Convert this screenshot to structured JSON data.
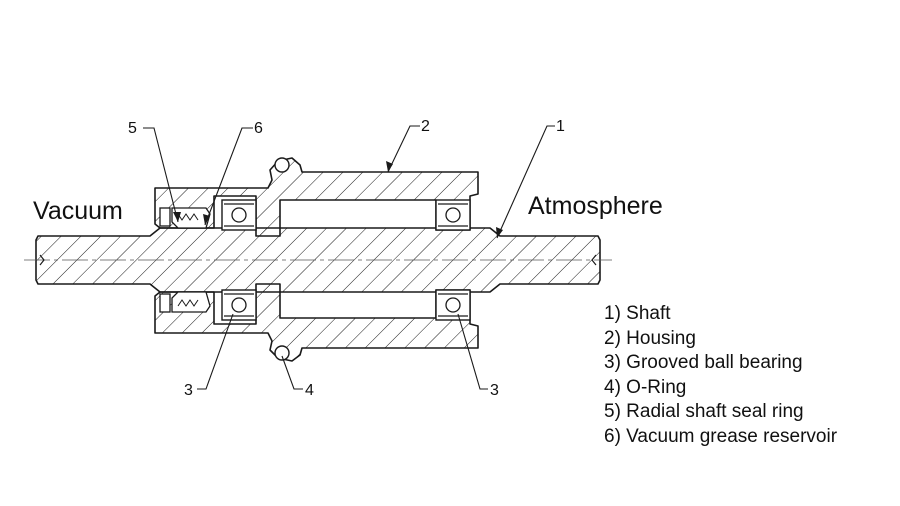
{
  "labels": {
    "vacuum": "Vacuum",
    "atmosphere": "Atmosphere"
  },
  "callouts": [
    "5",
    "6",
    "2",
    "1",
    "3",
    "4",
    "3"
  ],
  "legend": [
    "1) Shaft",
    "2) Housing",
    "3) Grooved ball bearing",
    "4) O-Ring",
    "5) Radial shaft seal ring",
    "6) Vacuum grease reservoir"
  ],
  "colors": {
    "line": "#1a1a1a",
    "background": "#ffffff"
  }
}
